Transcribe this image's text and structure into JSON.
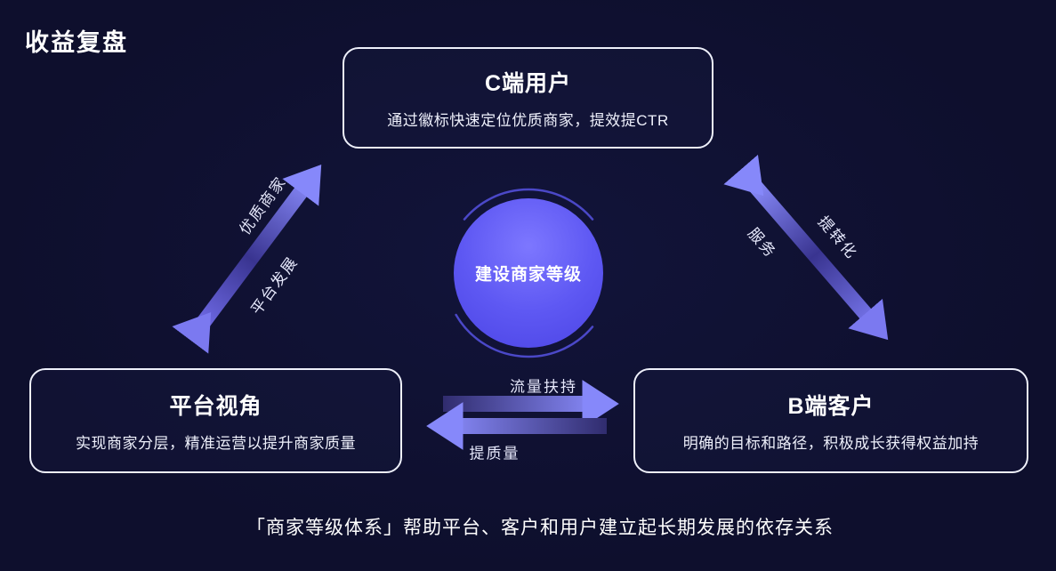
{
  "page": {
    "title": "收益复盘",
    "footer": "「商家等级体系」帮助平台、客户和用户建立起长期发展的依存关系"
  },
  "center_node": {
    "label": "建设商家等级"
  },
  "nodes": {
    "c_user": {
      "title": "C端用户",
      "desc": "通过徽标快速定位优质商家，提效提CTR"
    },
    "platform": {
      "title": "平台视角",
      "desc": "实现商家分层，精准运营以提升商家质量"
    },
    "b_client": {
      "title": "B端客户",
      "desc": "明确的目标和路径，积极成长获得权益加持"
    }
  },
  "edges": {
    "platform_to_c_user": {
      "label_upper": "优质商家",
      "label_lower": "平台发展"
    },
    "c_user_to_b_client": {
      "label_left": "服务",
      "label_right": "提转化"
    },
    "platform_to_b_client": {
      "label_top": "流量扶持",
      "label_bottom": "提质量"
    }
  },
  "colors": {
    "background": "#0e0f2d",
    "circle_fill": "#5e58f3",
    "arrow_light": "#8a8cfc",
    "arrow_dark": "#393490",
    "node_border": "#eef0fa",
    "text": "#ffffff"
  }
}
